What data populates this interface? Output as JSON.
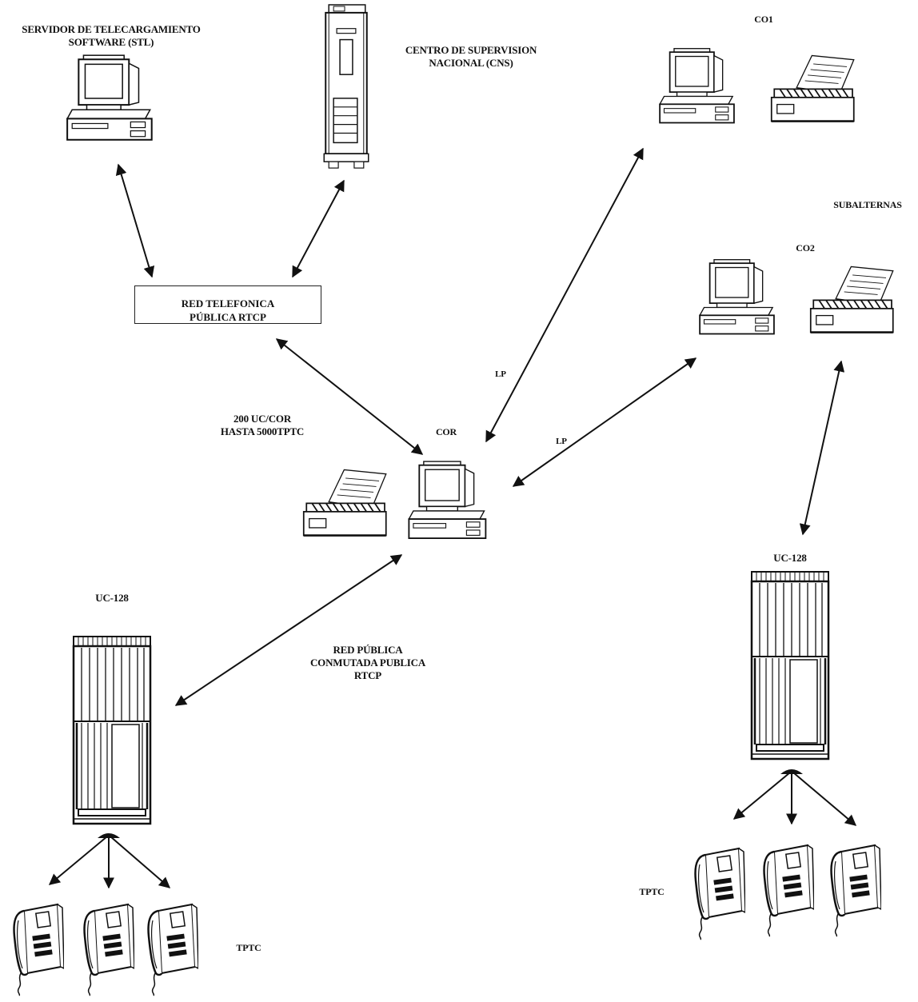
{
  "labels": {
    "stl": "SERVIDOR DE TELECARGAMIENTO\nSOFTWARE (STL)",
    "cns": "CENTRO DE  SUPERVISION\nNACIONAL (CNS)",
    "co1": "CO1",
    "subalternas": "SUBALTERNAS",
    "co2": "CO2",
    "red_telefonica_line1": "RED TELEFONICA",
    "red_telefonica_line2": "PÚBLICA RTCP",
    "lp_upper": "LP",
    "lp_lower": "LP",
    "uc_cor": "200 UC/COR\nHASTA 5000TPTC",
    "cor": "COR",
    "uc128_right": "UC-128",
    "uc128_left": "UC-128",
    "red_publica": "RED PÚBLICA\nCONMUTADA PUBLICA\nRTCP",
    "tptc_right": "TPTC",
    "tptc_left": "TPTC"
  },
  "icons": {
    "stl": "desktop-computer-icon",
    "cns": "tower-server-icon",
    "co1_pc": "desktop-computer-icon",
    "co1_printer": "printer-icon",
    "co2_pc": "desktop-computer-icon",
    "co2_printer": "printer-icon",
    "cor_pc": "desktop-computer-icon",
    "cor_printer": "printer-icon",
    "uc128": "cabinet-icon",
    "tptc": "payphone-icon"
  },
  "colors": {
    "line": "#111111",
    "background": "#ffffff"
  }
}
